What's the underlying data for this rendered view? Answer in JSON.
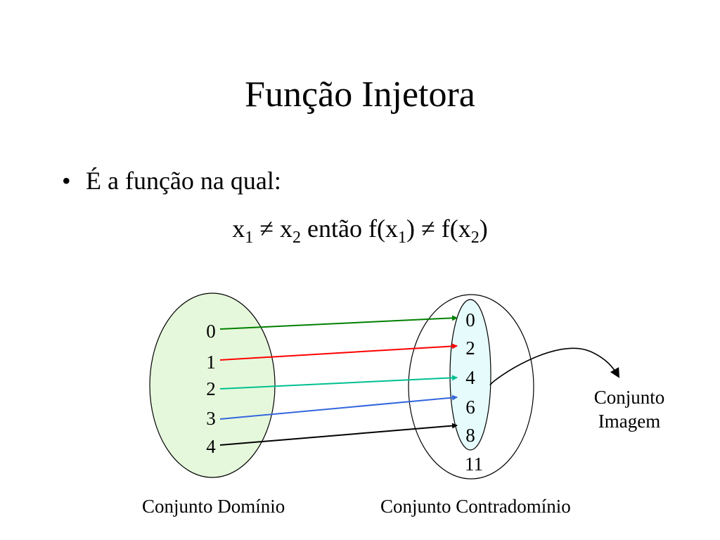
{
  "slide": {
    "title": "Função Injetora",
    "bullet_symbol": "•",
    "bullet_text": "É a função na qual:",
    "formula": {
      "x": "x",
      "sub1": "1",
      "neq": "≠",
      "sub2": "2",
      "then": "então",
      "f_open": "f(x",
      "close": ")"
    }
  },
  "diagram": {
    "domain_values": [
      "0",
      "1",
      "2",
      "3",
      "4"
    ],
    "codomain_values": [
      "0",
      "2",
      "4",
      "6",
      "8",
      "11"
    ],
    "domain_label": "Conjunto Domínio",
    "codomain_label": "Conjunto Contradomínio",
    "image_label_line1": "Conjunto",
    "image_label_line2": "Imagem",
    "arrow_colors": [
      "#008000",
      "#ff0000",
      "#00c090",
      "#3366dd",
      "#000000"
    ],
    "domain_fill": "#e6f8dc",
    "image_fill": "#e6fcfc"
  }
}
